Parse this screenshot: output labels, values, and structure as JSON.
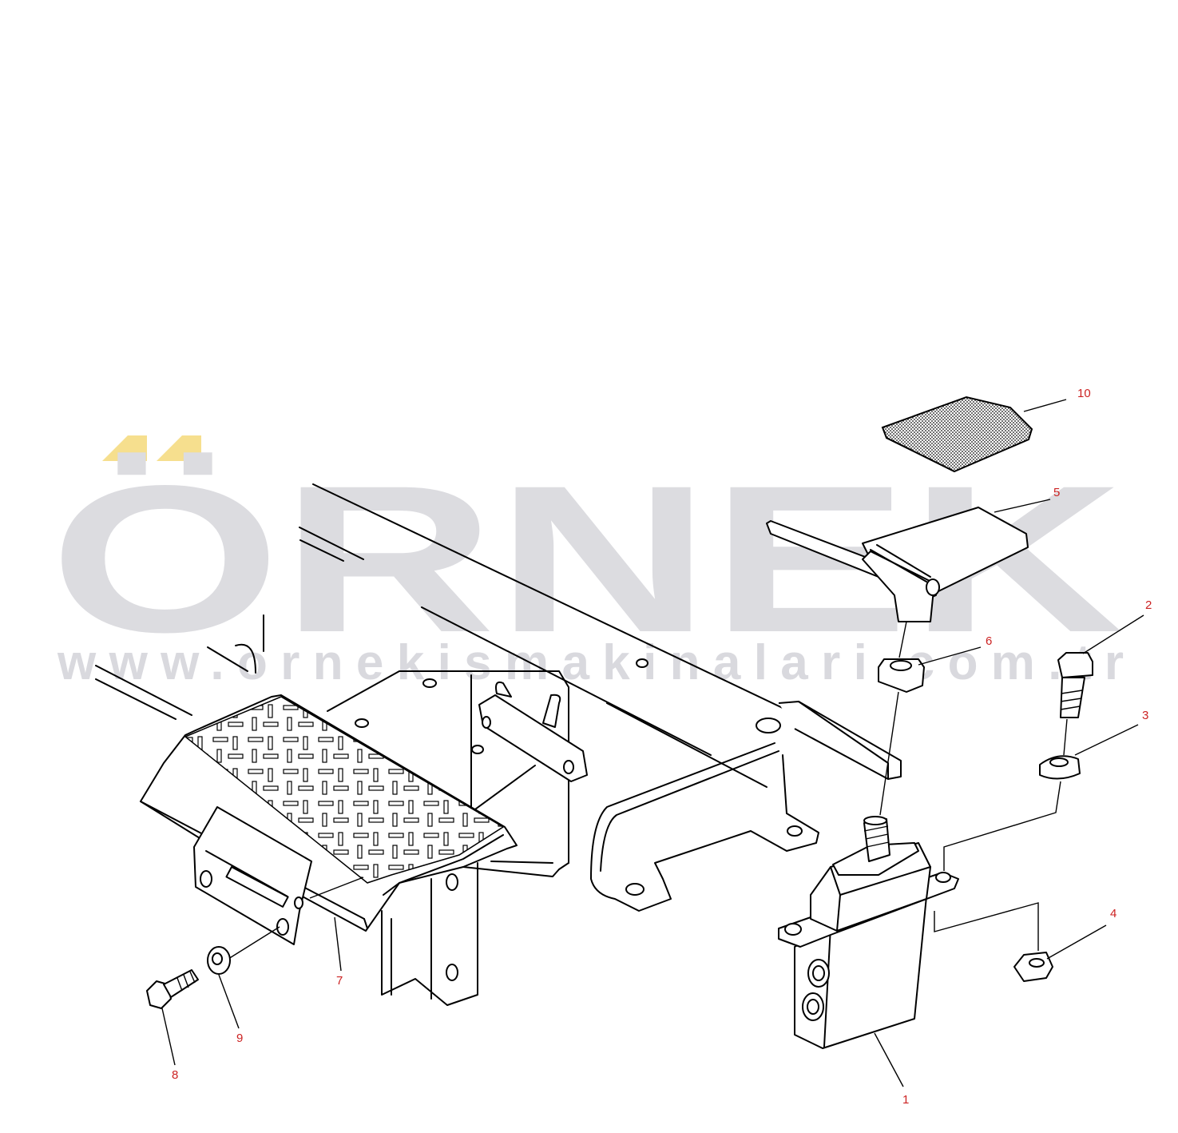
{
  "watermark": {
    "brand": "ÖRNEK",
    "url": "www.ornekismakinalari.com.tr",
    "brand_color": "#dcdce0",
    "accent_color": "#f6df8e"
  },
  "callouts": {
    "c1": "1",
    "c2": "2",
    "c3": "3",
    "c4": "4",
    "c5": "5",
    "c6": "6",
    "c7": "7",
    "c8": "8",
    "c9": "9",
    "c10": "10"
  },
  "colors": {
    "line": "#000000",
    "callout_text": "#cc2222",
    "pad_fill": "#8a8a8a"
  }
}
